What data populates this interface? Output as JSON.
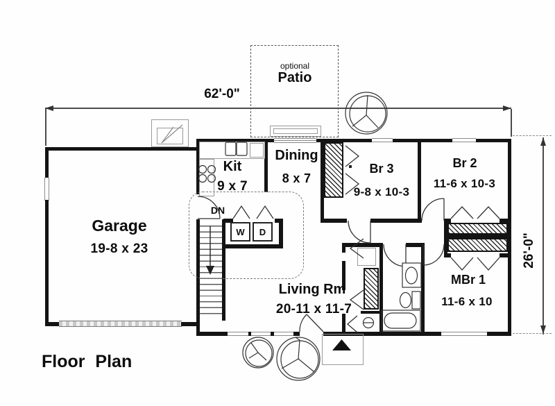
{
  "title": "Floor Plan",
  "dimensions": {
    "width_label": "62'-0\"",
    "depth_label": "26'-0\""
  },
  "patio": {
    "qualifier": "optional",
    "name": "Patio"
  },
  "rooms": {
    "garage": {
      "name": "Garage",
      "size": "19-8 x 23"
    },
    "kitchen": {
      "name": "Kit",
      "size": "9 x 7"
    },
    "dining": {
      "name": "Dining",
      "size": "8 x 7"
    },
    "br3": {
      "name": "Br 3",
      "size": "9-8 x 10-3"
    },
    "br2": {
      "name": "Br 2",
      "size": "11-6 x 10-3"
    },
    "living": {
      "name": "Living Rm",
      "size": "20-11 x 11-7"
    },
    "mbr1": {
      "name": "MBr 1",
      "size": "11-6 x 10"
    }
  },
  "annotations": {
    "stair_direction": "DN",
    "washer": "W",
    "dryer": "D"
  },
  "colors": {
    "wall": "#141414",
    "thin_line": "#4a4a4a",
    "light_line": "#999999",
    "background": "#ffffff"
  }
}
